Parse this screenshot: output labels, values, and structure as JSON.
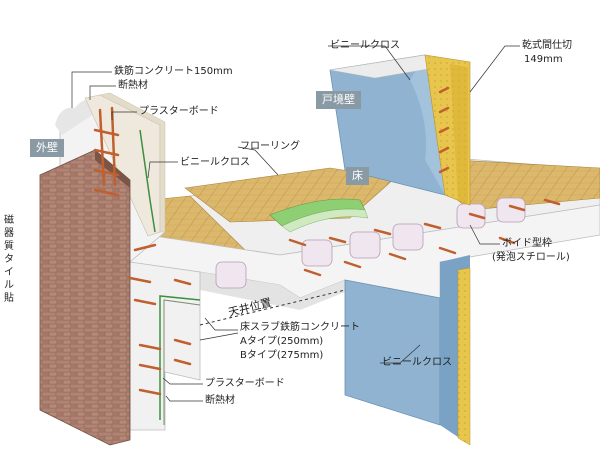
{
  "labels": {
    "rc_concrete": "鉄筋コンクリート150mm",
    "insulation_top": "断熱材",
    "plasterboard_top": "プラスターボード",
    "vinyl_cloth_left": "ビニールクロス",
    "flooring": "フローリング",
    "vinyl_cloth_top": "ビニールクロス",
    "dry_partition_1": "乾式間仕切",
    "dry_partition_2": "149mm",
    "void_form_1": "ボイド型枠",
    "void_form_2": "(発泡スチロール)",
    "ceiling_position": "天井位置",
    "slab_1": "床スラブ鉄筋コンクリート",
    "slab_2": "Aタイプ(250mm)",
    "slab_3": "Bタイプ(275mm)",
    "vinyl_cloth_bottom": "ビニールクロス",
    "plasterboard_bottom": "プラスターボード",
    "insulation_bottom": "断熱材",
    "tile": "磁器質タイル貼"
  },
  "tags": {
    "exterior_wall": "外壁",
    "boundary_wall": "戸境壁",
    "floor": "床"
  },
  "colors": {
    "concrete": "#f3f3f3",
    "concrete_shade": "#d9d9d9",
    "brick": "#9a6e5e",
    "flooring": "#d9b76d",
    "flooring_line": "#a9843d",
    "blue_wall": "#8fb3d1",
    "insulation": "#e6c34a",
    "rebar": "#c0602e",
    "green": "#8fcf74",
    "tag_bg": "#8a9aa4"
  }
}
